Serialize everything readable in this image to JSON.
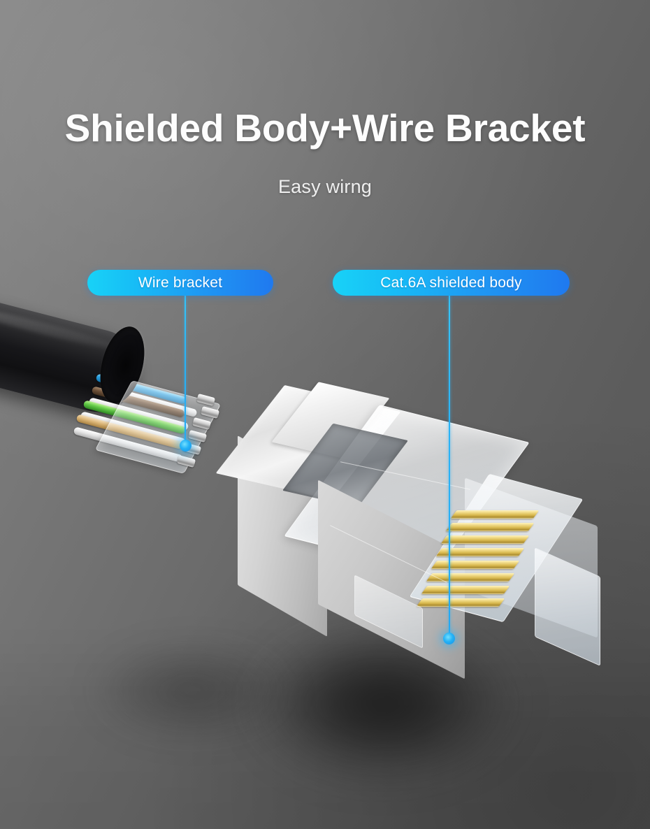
{
  "heading": {
    "title": "Shielded Body+Wire Bracket",
    "subtitle": "Easy wirng"
  },
  "callouts": [
    {
      "id": "wire-bracket",
      "label": "Wire bracket",
      "pointer": "leader-line-down-to-wire-bracket"
    },
    {
      "id": "cat6a-shielded-body",
      "label": "Cat.6A shielded body",
      "pointer": "leader-line-down-to-connector-body"
    }
  ],
  "colors": {
    "accent_cyan": "#18d2f7",
    "accent_blue": "#1f79ef",
    "pill_text": "#ffffff",
    "title_text": "#fdfdfd",
    "subtitle_text": "#efefef",
    "background_light": "#858585",
    "background_dark": "#585858",
    "gold_pin": "#d8b84e",
    "shield_metal": "#e2e2e2",
    "cable_jacket": "#17171a"
  },
  "product": {
    "type": "RJ45 Cat.6A shielded connector with wire bracket",
    "connector": {
      "name": "rj45-connector",
      "pin_count": 8,
      "shield": "metal-shielded-body",
      "housing": "transparent-plastic-body"
    },
    "cable": {
      "name": "ethernet-cable",
      "jacket": "black",
      "wire_count": 8,
      "wire_colors": [
        "blue",
        "white-blue",
        "brown",
        "white-brown",
        "green",
        "white-green",
        "orange",
        "white-orange"
      ]
    },
    "bracket": {
      "name": "wire-bracket-load-bar",
      "material": "transparent-plastic"
    }
  }
}
